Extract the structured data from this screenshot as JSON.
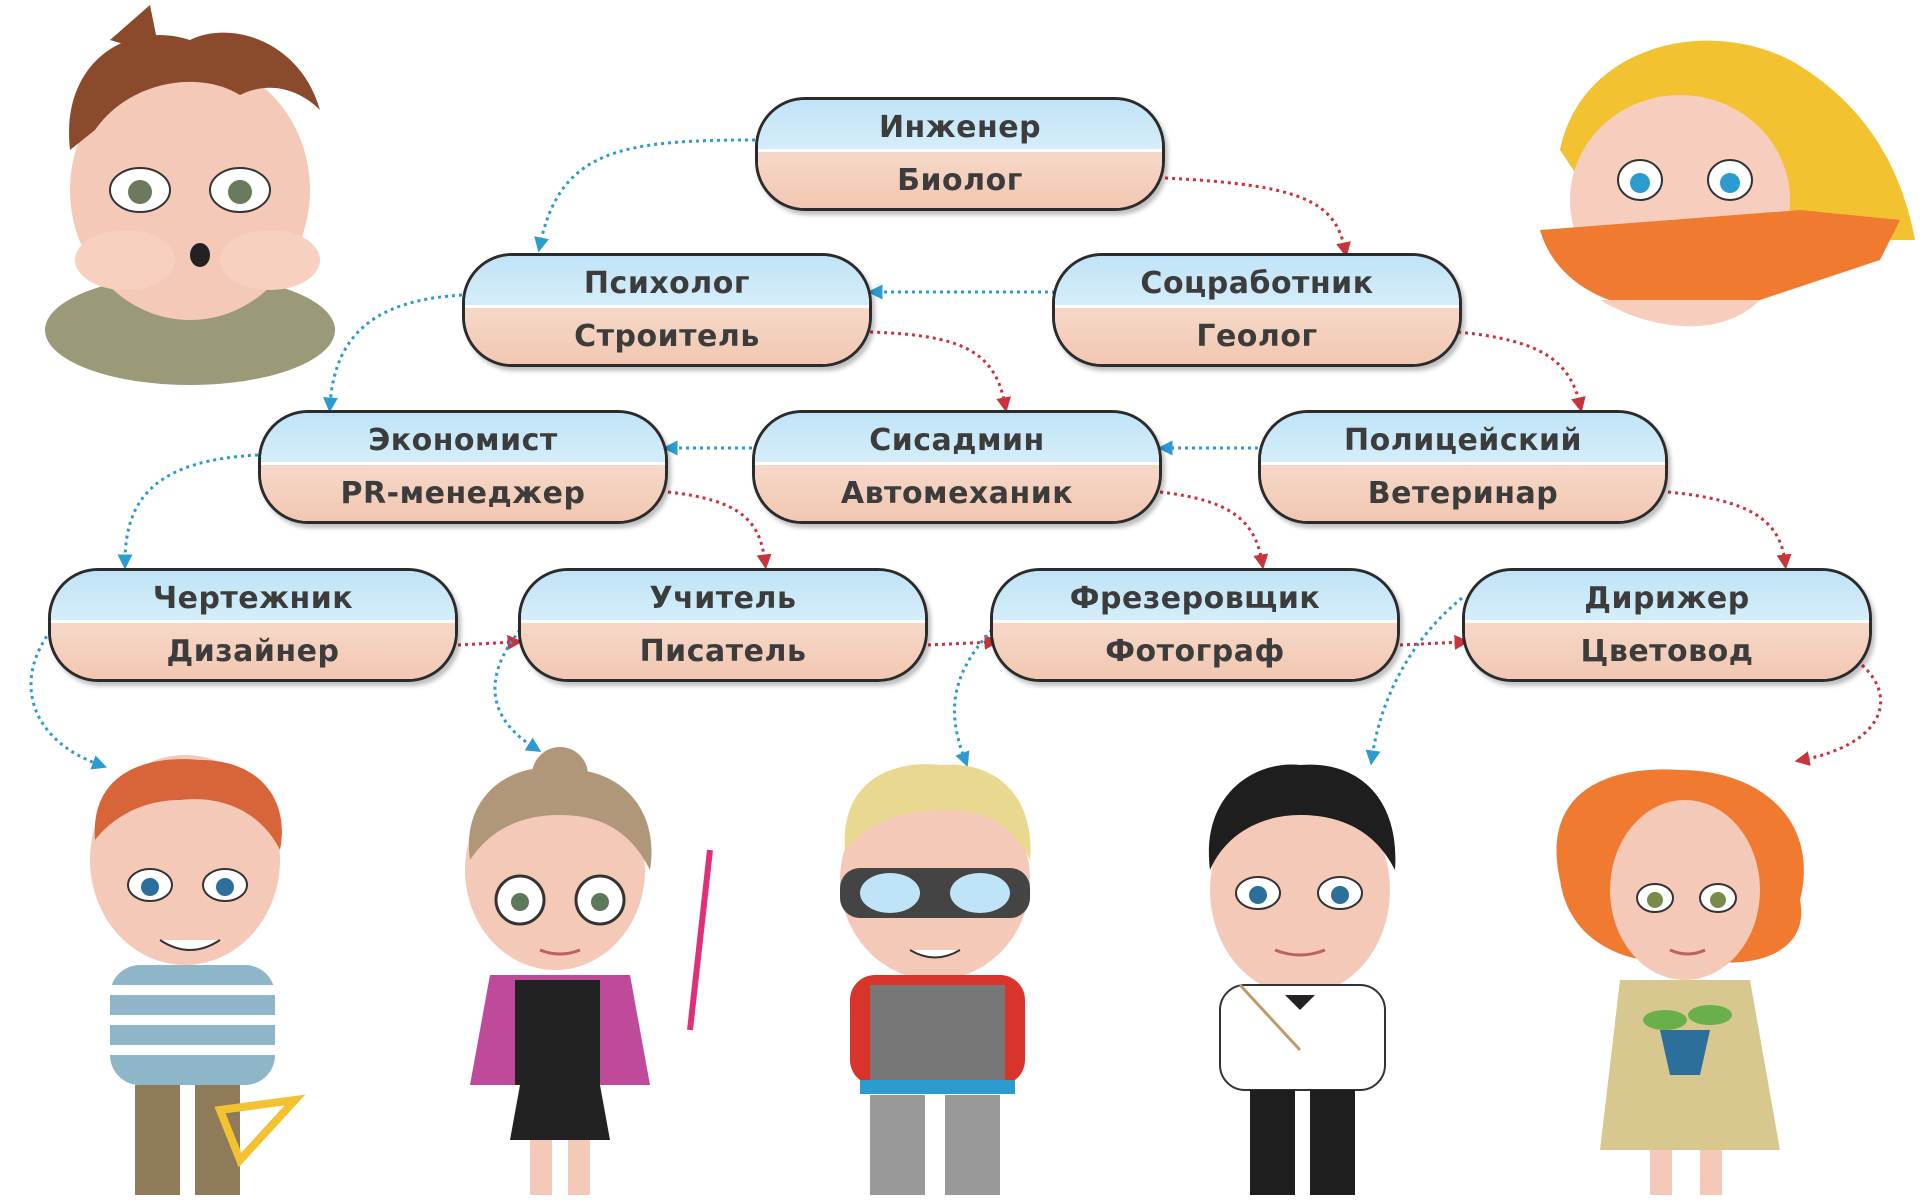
{
  "diagram": {
    "rows": [
      [
        {
          "top": "Инженер",
          "bottom": "Биолог"
        }
      ],
      [
        {
          "top": "Психолог",
          "bottom": "Строитель"
        },
        {
          "top": "Соцработник",
          "bottom": "Геолог"
        }
      ],
      [
        {
          "top": "Экономист",
          "bottom": "PR-менеджер"
        },
        {
          "top": "Сисадмин",
          "bottom": "Автомеханик"
        },
        {
          "top": "Полицейский",
          "bottom": "Ветеринар"
        }
      ],
      [
        {
          "top": "Чертежник",
          "bottom": "Дизайнер"
        },
        {
          "top": "Учитель",
          "bottom": "Писатель"
        },
        {
          "top": "Фрезеровщик",
          "bottom": "Фотограф"
        },
        {
          "top": "Дирижер",
          "bottom": "Цветовод"
        }
      ]
    ],
    "colors": {
      "blue_arrow": "#2b9bd0",
      "red_arrow": "#c8343c",
      "box_top": "#cde9f7",
      "box_bottom": "#f4cfbd",
      "border": "#2b2b2b",
      "text": "#3c3c3c"
    }
  },
  "illustrations": [
    {
      "icon": "boy-thinking-icon"
    },
    {
      "icon": "girl-thinking-icon"
    },
    {
      "icon": "boy-draftsman-icon"
    },
    {
      "icon": "teacher-woman-icon"
    },
    {
      "icon": "boy-machinist-icon"
    },
    {
      "icon": "conductor-boy-icon"
    },
    {
      "icon": "florist-girl-icon"
    }
  ]
}
